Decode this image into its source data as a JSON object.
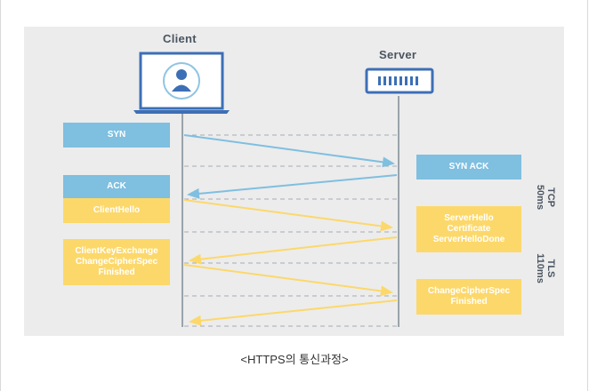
{
  "participants": {
    "client": "Client",
    "server": "Server"
  },
  "boxes": {
    "syn": "SYN",
    "syn_ack": "SYN ACK",
    "ack": "ACK",
    "client_hello": "ClientHello",
    "server_hello": "ServerHello\nCertificate\nServerHelloDone",
    "client_key_exchange": "ClientKeyExchange\nChangeCipherSpec\nFinished",
    "server_change_cipher": "ChangeCipherSpec\nFinished"
  },
  "phases": {
    "tcp": "TCP\n50ms",
    "tls": "TLS\n110ms"
  },
  "caption": "<HTTPS의 통신과정>",
  "colors": {
    "blue": "#7fbfe0",
    "yellow": "#fcd86b",
    "line": "#9aa3ab",
    "panel": "#ececec"
  }
}
